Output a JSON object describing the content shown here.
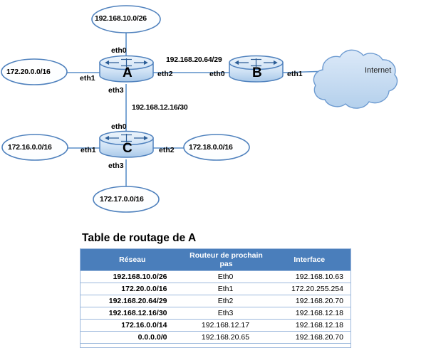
{
  "diagram": {
    "clouds": [
      {
        "name": "internet-cloud",
        "label": "Internet"
      }
    ],
    "networks": [
      {
        "id": "net-a-eth0",
        "label": "192.168.10.0/26"
      },
      {
        "id": "net-a-eth1",
        "label": "172.20.0.0/16"
      },
      {
        "id": "net-c-eth1",
        "label": "172.16.0.0/16"
      },
      {
        "id": "net-c-eth2",
        "label": "172.18.0.0/16"
      },
      {
        "id": "net-c-eth3",
        "label": "172.17.0.0/16"
      }
    ],
    "link_labels": [
      {
        "id": "link-a-b",
        "label": "192.168.20.64/29"
      },
      {
        "id": "link-a-c",
        "label": "192.168.12.16/30"
      }
    ],
    "routers": [
      {
        "id": "router-a",
        "name": "A"
      },
      {
        "id": "router-b",
        "name": "B"
      },
      {
        "id": "router-c",
        "name": "C"
      }
    ],
    "interfaces": {
      "a_eth0": "eth0",
      "a_eth1": "eth1",
      "a_eth2": "eth2",
      "a_eth3": "eth3",
      "b_eth0": "eth0",
      "b_eth1": "eth1",
      "c_eth0": "eth0",
      "c_eth1": "eth1",
      "c_eth2": "eth2",
      "c_eth3": "eth3"
    },
    "colors": {
      "line": "#5b8fc9",
      "router_border": "#4f81bd",
      "router_fill_top": "#dbe9f7",
      "router_fill_bottom": "#a8c8e8",
      "ellipse_border": "#4f81bd",
      "ellipse_fill": "#ffffff",
      "cloud_fill": "#c3d9f0"
    }
  },
  "table": {
    "title": "Table de routage de A",
    "headers": [
      "Réseau",
      "Routeur de prochain pas",
      "Interface"
    ],
    "header_bg": "#4a7ebb",
    "header_fg": "#ffffff",
    "border_color": "#9cb8dc",
    "rows": [
      [
        "192.168.10.0/26",
        "Eth0",
        "192.168.10.63"
      ],
      [
        "172.20.0.0/16",
        "Eth1",
        "172.20.255.254"
      ],
      [
        "192.168.20.64/29",
        "Eth2",
        "192.168.20.70"
      ],
      [
        "192.168.12.16/30",
        "Eth3",
        "192.168.12.18"
      ],
      [
        "172.16.0.0/14",
        "192.168.12.17",
        "192.168.12.18"
      ],
      [
        "0.0.0.0/0",
        "192.168.20.65",
        "192.168.20.70"
      ]
    ]
  }
}
